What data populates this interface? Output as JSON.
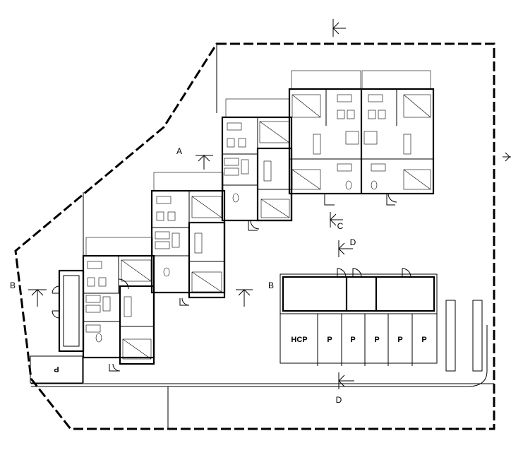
{
  "section_labels": {
    "a": "A",
    "b_left": "B",
    "b_parking": "B",
    "c": "C",
    "d_top": "D",
    "d_bottom": "D"
  },
  "parking_bays": [
    "HCP",
    "P",
    "P",
    "P",
    "P",
    "P"
  ],
  "parking_detached": "P"
}
